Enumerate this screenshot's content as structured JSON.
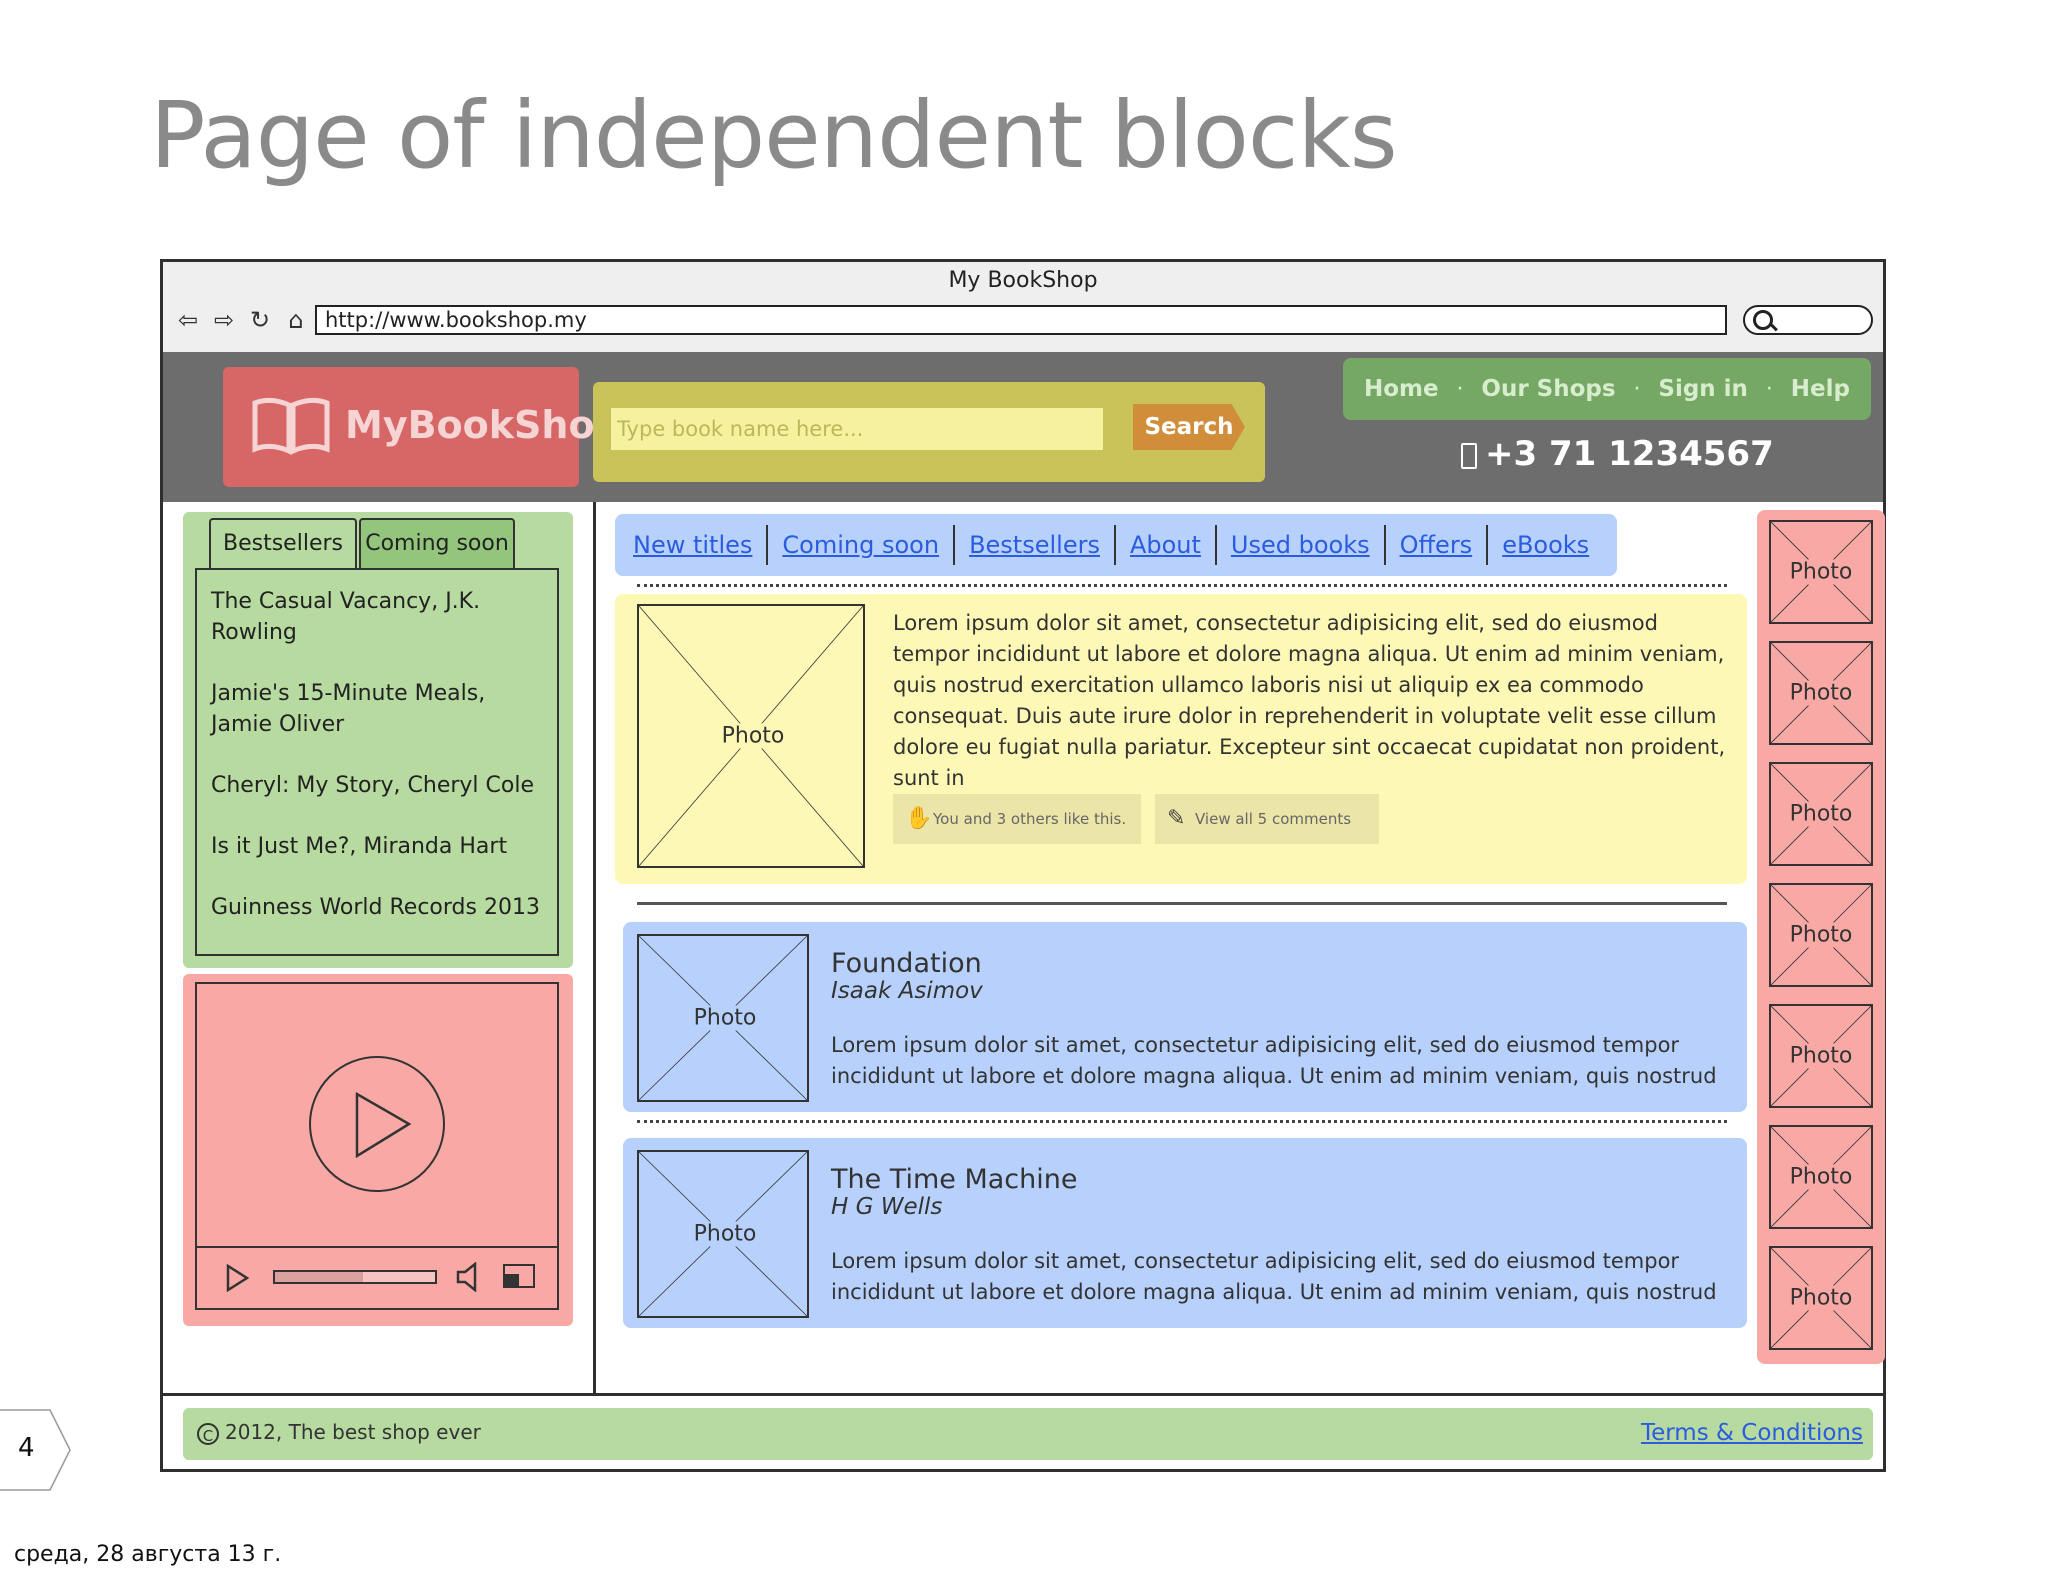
{
  "slide": {
    "title": "Page of independent blocks",
    "number": "4",
    "date": "среда, 28 августа 13 г."
  },
  "browser": {
    "window_title": "My BookShop",
    "url": "http://www.bookshop.my",
    "nav_icons": [
      "back-icon",
      "forward-icon",
      "reload-icon",
      "home-icon"
    ]
  },
  "header": {
    "logo_text": "MyBookShop",
    "search_placeholder": "Type book name here...",
    "search_button": "Search",
    "nav": [
      "Home",
      "Our Shops",
      "Sign in",
      "Help"
    ],
    "nav_separator": "·",
    "phone": "+3 71 1234567"
  },
  "sidebar": {
    "tabs": [
      "Bestsellers",
      "Coming soon"
    ],
    "active_tab": "Bestsellers",
    "books": [
      "The Casual Vacancy, J.K. Rowling",
      "Jamie's 15-Minute Meals, Jamie Oliver",
      "Cheryl: My Story, Cheryl Cole",
      "Is it Just Me?, Miranda Hart",
      "Guinness World Records 2013"
    ],
    "video": {
      "progress": 0.55
    }
  },
  "main": {
    "nav": [
      "New titles",
      "Coming soon",
      "Bestsellers",
      "About",
      "Used books",
      "Offers",
      "eBooks"
    ],
    "featured": {
      "photo_label": "Photo",
      "text": "Lorem ipsum dolor sit amet, consectetur adipisicing elit, sed do eiusmod tempor incididunt ut labore et dolore magna aliqua. Ut enim ad minim veniam, quis nostrud exercitation ullamco laboris nisi ut aliquip ex ea commodo consequat. Duis aute irure dolor in reprehenderit in voluptate velit esse cillum dolore eu fugiat nulla pariatur. Excepteur sint occaecat cupidatat non proident, sunt in",
      "like_text": "You and 3 others like this.",
      "comments_text": "View all 5 comments"
    },
    "books": [
      {
        "title": "Foundation",
        "author": "Isaak Asimov",
        "photo_label": "Photo",
        "desc": "Lorem ipsum dolor sit amet, consectetur adipisicing elit, sed do eiusmod tempor incididunt ut labore et dolore magna aliqua. Ut enim ad minim veniam, quis nostrud"
      },
      {
        "title": "The Time Machine",
        "author": "H G Wells",
        "photo_label": "Photo",
        "desc": "Lorem ipsum dolor sit amet, consectetur adipisicing elit, sed do eiusmod tempor incididunt ut labore et dolore magna aliqua. Ut enim ad minim veniam, quis nostrud"
      }
    ]
  },
  "right_photos": [
    "Photo",
    "Photo",
    "Photo",
    "Photo",
    "Photo",
    "Photo",
    "Photo"
  ],
  "footer": {
    "copyright": "2012, The best shop ever",
    "terms": "Terms & Conditions"
  },
  "colors": {
    "red_block": "#f9a9a5",
    "green_block": "#b7daa1",
    "yellow_block": "#fdf8b6",
    "blue_block": "#b7d1fc",
    "header_band": "#6d6d6d",
    "link": "#2a5ce0"
  }
}
